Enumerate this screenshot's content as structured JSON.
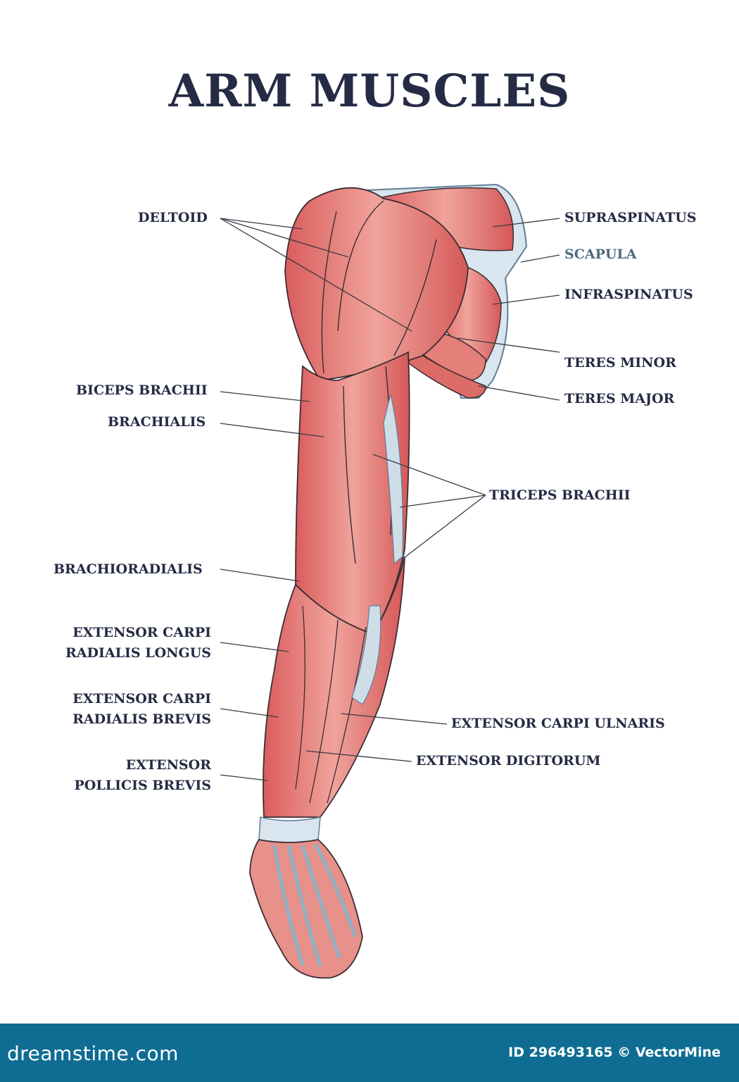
{
  "title": "ARM MUSCLES",
  "labels": {
    "deltoid": "DELTOID",
    "supraspinatus": "SUPRASPINATUS",
    "scapula": "SCAPULA",
    "infraspinatus": "INFRASPINATUS",
    "teres_minor": "TERES MINOR",
    "teres_major": "TERES MAJOR",
    "biceps_brachii": "BICEPS BRACHII",
    "brachialis": "BRACHIALIS",
    "triceps_brachii": "TRICEPS BRACHII",
    "brachioradialis": "BRACHIORADIALIS",
    "ecrl_line1": "EXTENSOR CARPI",
    "ecrl_line2": "RADIALIS LONGUS",
    "ecrb_line1": "EXTENSOR CARPI",
    "ecrb_line2": "RADIALIS BREVIS",
    "epb_line1": "EXTENSOR",
    "epb_line2": "POLLICIS BREVIS",
    "ecu": "EXTENSOR CARPI ULNARIS",
    "ed": "EXTENSOR DIGITORUM"
  },
  "footer": {
    "brand": "dreamstime.com",
    "credit": "ID 296493165 © VectorMine"
  },
  "colors": {
    "title": "#252b44",
    "muscle": "#e0726f",
    "muscle_dark": "#c94f4f",
    "tendon": "#cfdde9",
    "footer": "#0f6d93"
  }
}
